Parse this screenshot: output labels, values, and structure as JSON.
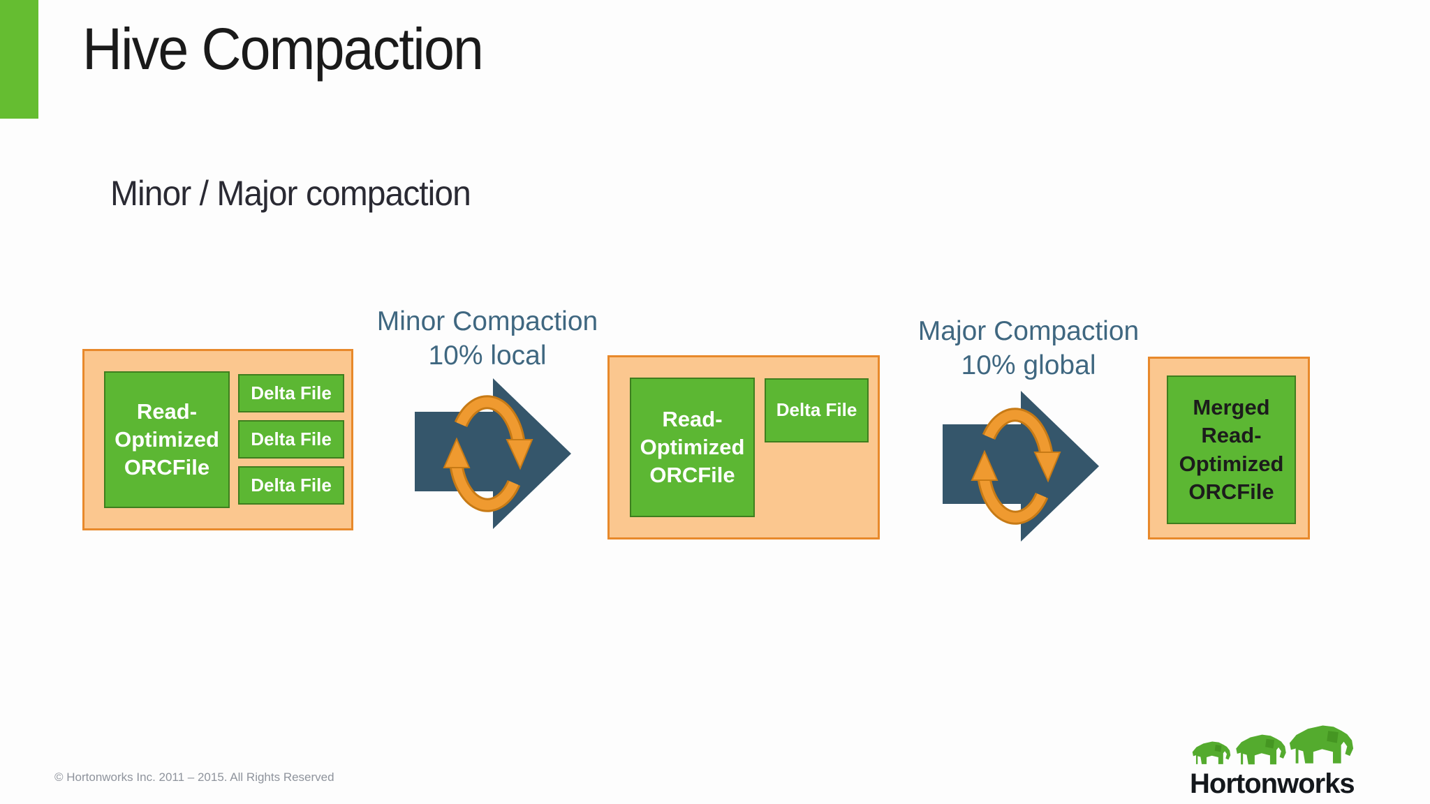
{
  "slide": {
    "title": "Hive Compaction",
    "subtitle": "Minor / Major compaction",
    "footer": "© Hortonworks Inc. 2011 – 2015. All Rights Reserved"
  },
  "logo": {
    "wordmark": "Hortonworks",
    "icon": "three-green-elephants-icon"
  },
  "diagram": {
    "source": {
      "orc_label": "Read-Optimized ORCFile",
      "delta_files": [
        "Delta File",
        "Delta File",
        "Delta File"
      ]
    },
    "minor_step": {
      "line1": "Minor Compaction",
      "line2": "10% local",
      "icon": "block-arrow-right-with-cycle"
    },
    "intermediate": {
      "orc_label": "Read-Optimized ORCFile",
      "delta_files": [
        "Delta File"
      ]
    },
    "major_step": {
      "line1": "Major Compaction",
      "line2": "10% global",
      "icon": "block-arrow-right-with-cycle"
    },
    "result": {
      "orc_label": "Merged Read-Optimized ORCFile"
    }
  },
  "colors": {
    "accent_green": "#65bd31",
    "box_green": "#5cb733",
    "box_green_border": "#3e7e1e",
    "container_orange": "#fbc78f",
    "container_orange_border": "#e8892b",
    "arrow_slate": "#35566b",
    "cycle_orange": "#ef9a30",
    "cycle_orange_border": "#c77a15",
    "label_slate": "#3f6780",
    "footer_gray": "#8e939c"
  }
}
